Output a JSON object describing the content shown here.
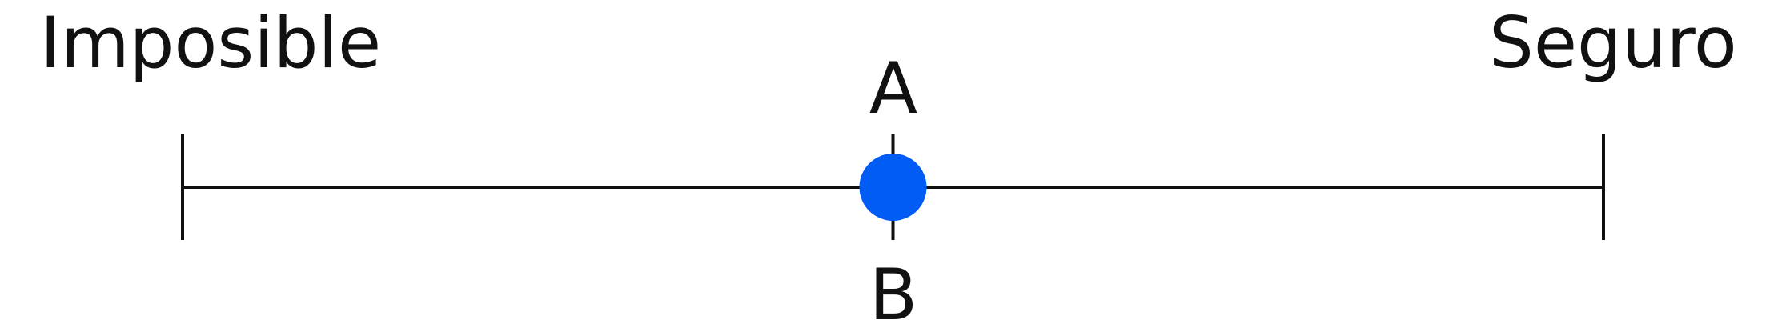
{
  "labels": {
    "left": "Imposible",
    "right": "Seguro",
    "top": "A",
    "bottom": "B"
  },
  "colors": {
    "line": "#111111",
    "marker": "#005cf5",
    "text": "#111111"
  },
  "scale": {
    "min": 0,
    "max": 1,
    "marker_value": 0.5
  }
}
